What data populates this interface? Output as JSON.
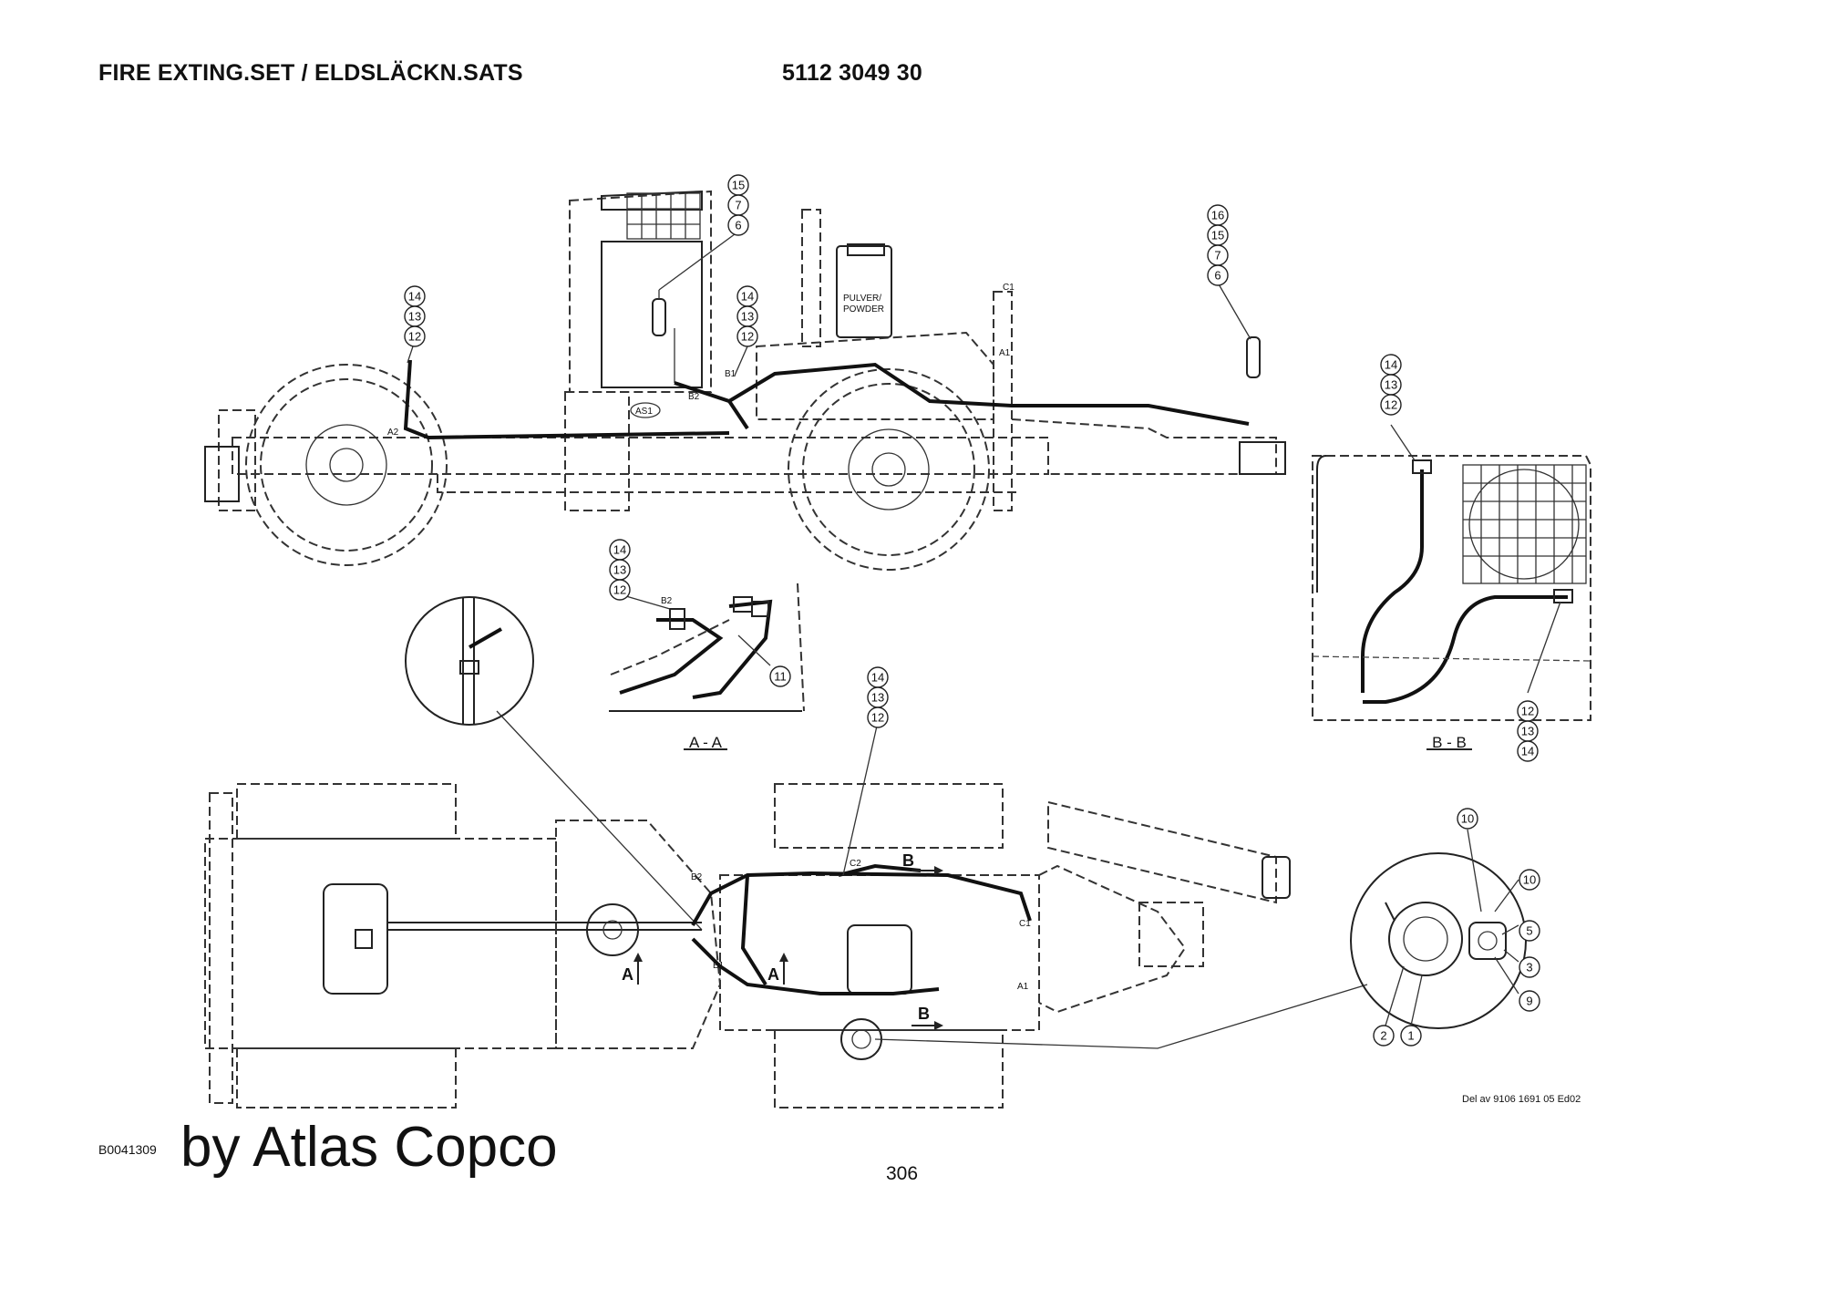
{
  "header": {
    "title": "FIRE EXTING.SET / ELDSLÄCKN.SATS",
    "part_number": "5112 3049 30"
  },
  "views": {
    "section_aa": "A - A",
    "section_bb": "B - B",
    "arrow_a": "A",
    "arrow_b": "B"
  },
  "callouts": {
    "side_cab": [
      "15",
      "7",
      "6"
    ],
    "side_left": [
      "14",
      "13",
      "12"
    ],
    "side_mid": [
      "14",
      "13",
      "12"
    ],
    "side_right": [
      "16",
      "15",
      "7",
      "6"
    ],
    "section_aa_top": [
      "14",
      "13",
      "12"
    ],
    "section_aa_side": [
      "11"
    ],
    "section_bb_top": [
      "14",
      "13",
      "12"
    ],
    "section_bb_bottom": [
      "12",
      "13",
      "14"
    ],
    "plan_center": [
      "14",
      "13",
      "12"
    ],
    "detail_top": [
      "10"
    ],
    "detail_right": [
      "10",
      "5",
      "3",
      "9"
    ],
    "detail_bottom": [
      "2",
      "1"
    ]
  },
  "labels": {
    "a1": "A1",
    "a2": "A2",
    "b1": "B1",
    "b2": "B2",
    "c1": "C1",
    "c2": "C2",
    "as1": "AS1",
    "tank_line1": "PULVER/",
    "tank_line2": "POWDER"
  },
  "footer": {
    "source_ref": "Del av 9106 1691 05 Ed02",
    "drawing_code": "B0041309",
    "credit": "by Atlas Copco",
    "page": "306"
  }
}
